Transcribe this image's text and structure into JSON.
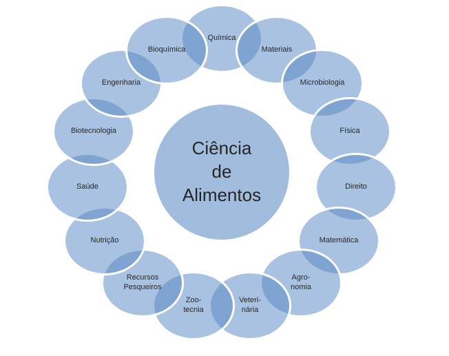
{
  "diagram": {
    "title": "Ciência de Alimentos radial diagram",
    "center": {
      "label": "Ciência\nde\nAlimentos"
    },
    "items": [
      {
        "label": "Química"
      },
      {
        "label": "Materiais"
      },
      {
        "label": "Microbiologia"
      },
      {
        "label": "Física"
      },
      {
        "label": "Direito"
      },
      {
        "label": "Matemática"
      },
      {
        "label": "Agro-\nnomia"
      },
      {
        "label": "Veteri-\nnária"
      },
      {
        "label": "Zoo-\ntecnia"
      },
      {
        "label": "Recursos\nPesqueiros"
      },
      {
        "label": "Nutrição"
      },
      {
        "label": "Saúde"
      },
      {
        "label": "Biotecnologia"
      },
      {
        "label": "Engenharia"
      },
      {
        "label": "Bioquímica"
      }
    ],
    "colors": {
      "shape_fill": "#aac2e1",
      "overlap_fill": "#80a4d2",
      "shape_border": "#ffffff",
      "text": "#262626"
    }
  }
}
